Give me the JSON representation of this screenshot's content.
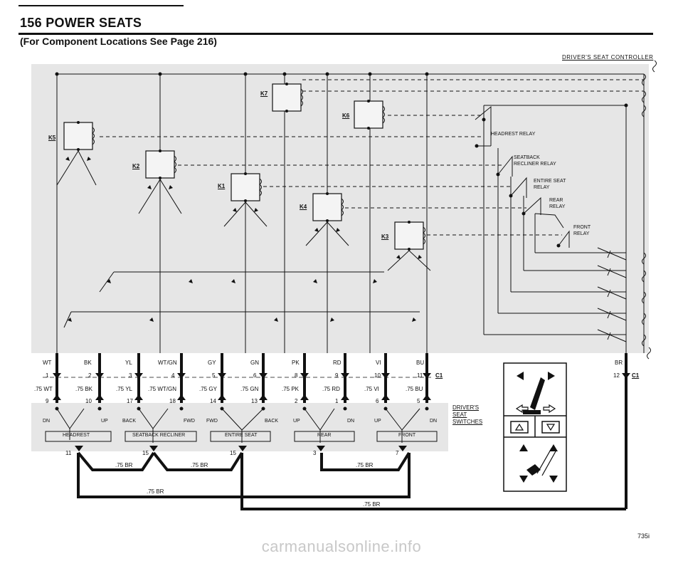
{
  "header": {
    "title": "156 POWER SEATS",
    "subtitle": "(For Component Locations See Page 216)",
    "controller_label": "DRIVER'S SEAT CONTROLLER"
  },
  "relays": {
    "k7": "K7",
    "k6": "K6",
    "k5": "K5",
    "k2": "K2",
    "k1": "K1",
    "k4": "K4",
    "k3": "K3"
  },
  "relay_labels": {
    "headrest": "HEADREST RELAY",
    "seatback_1": "SEATBACK",
    "seatback_2": "RECLINER RELAY",
    "entire_1": "ENTIRE SEAT",
    "entire_2": "RELAY",
    "rear_1": "REAR",
    "rear_2": "RELAY",
    "front_1": "FRONT",
    "front_2": "RELAY"
  },
  "wire_top": [
    "WT",
    "BK",
    "YL",
    "WT/GN",
    "GY",
    "GN",
    "PK",
    "RD",
    "VI",
    "BU",
    "BR"
  ],
  "pin_top": [
    "1",
    "2",
    "3",
    "4",
    "5",
    "6",
    "8",
    "9",
    "10",
    "11",
    "12"
  ],
  "connector_c1": "C1",
  "wire_mid": [
    ".75 WT",
    ".75 BK",
    ".75 YL",
    ".75 WT/GN",
    ".75 GY",
    ".75 GN",
    ".75 PK",
    ".75 RD",
    ".75 VI",
    ".75 BU"
  ],
  "pin_mid": [
    "9",
    "10",
    "17",
    "18",
    "14",
    "13",
    "2",
    "1",
    "6",
    "5"
  ],
  "switch_dirs": [
    "DN",
    "UP",
    "BACK",
    "FWD",
    "FWD",
    "BACK",
    "UP",
    "DN",
    "UP",
    "DN"
  ],
  "switch_names": [
    "HEADREST",
    "SEATBACK RECLINER",
    "ENTIRE SEAT",
    "REAR",
    "FRONT"
  ],
  "switches_label": [
    "DRIVER'S",
    "SEAT",
    "SWITCHES"
  ],
  "ground_pins": [
    "11",
    "15",
    "15",
    "3",
    "7"
  ],
  "ground_wires": [
    ".75 BR",
    ".75 BR",
    ".75 BR",
    ".75 BR",
    ".75 BR"
  ],
  "page_number": "735i",
  "footer": "carmanualsonline.info"
}
